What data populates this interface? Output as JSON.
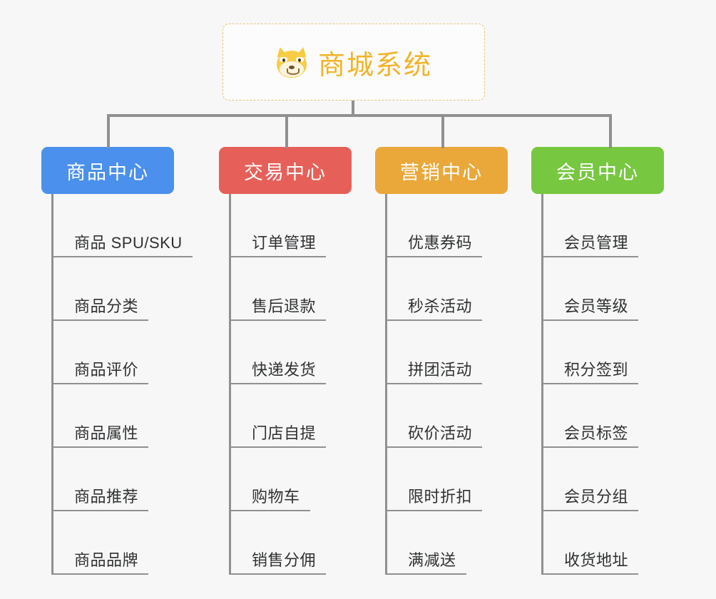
{
  "diagram": {
    "type": "org-chart",
    "background_color": "#f7f7f7",
    "connector_color": "#909090",
    "root": {
      "title": "商城系统",
      "icon": "shiba-inu-dog-face",
      "border_color": "#e8c274",
      "text_color": "#f0b429",
      "background_color": "#fcfcfc"
    },
    "columns": [
      {
        "label": "商品中心",
        "color": "#4a90ec",
        "items": [
          "商品 SPU/SKU",
          "商品分类",
          "商品评价",
          "商品属性",
          "商品推荐",
          "商品品牌"
        ]
      },
      {
        "label": "交易中心",
        "color": "#e66059",
        "items": [
          "订单管理",
          "售后退款",
          "快递发货",
          "门店自提",
          "购物车",
          "销售分佣"
        ]
      },
      {
        "label": "营销中心",
        "color": "#eaa83a",
        "items": [
          "优惠券码",
          "秒杀活动",
          "拼团活动",
          "砍价活动",
          "限时折扣",
          "满减送"
        ]
      },
      {
        "label": "会员中心",
        "color": "#77c740",
        "items": [
          "会员管理",
          "会员等级",
          "积分签到",
          "会员标签",
          "会员分组",
          "收货地址"
        ]
      }
    ]
  }
}
